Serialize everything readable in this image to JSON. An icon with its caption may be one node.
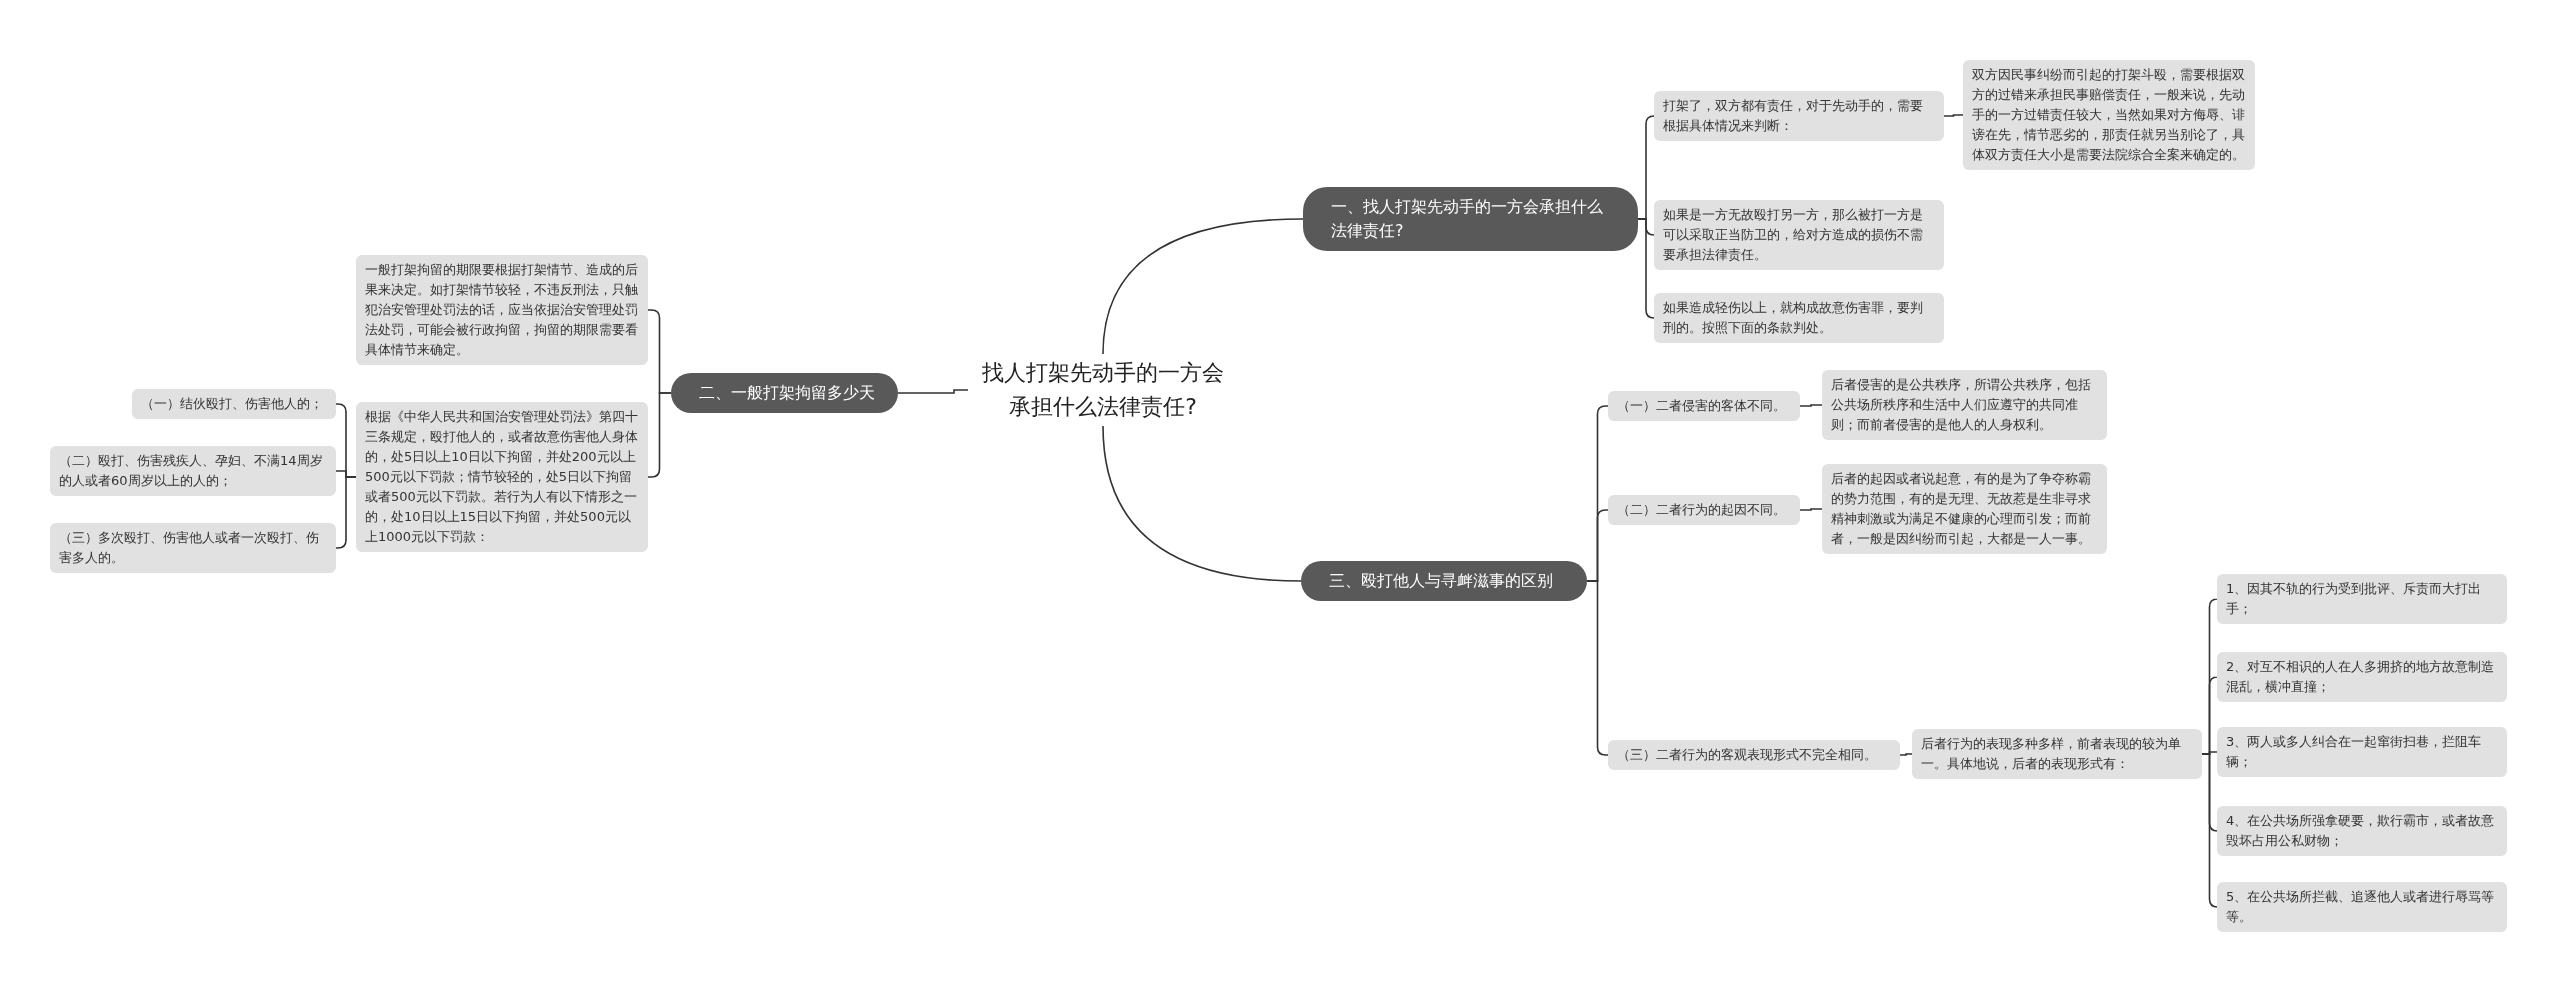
{
  "diagram": {
    "nodes": [
      {
        "text": [
          "找人打架先动手的一方会承担什么法律责任?"
        ]
      },
      {
        "text": [
          "一、找人打架先动手的一方会承担什么法律责任?"
        ]
      },
      {
        "text": [
          "打架了，双方都有责任，对于先动手的，需要根据具体情况来判断："
        ]
      },
      {
        "text": [
          "双方因民事纠纷而引起的打架斗殴，需要根据双方的过错来承担民事赔偿责任，一般来说，先动手的一方过错责任较大，当然如果对方侮辱、诽谤在先，情节恶劣的，那责任就另当别论了，具体双方责任大小是需要法院综合全案来确定的。"
        ]
      },
      {
        "text": [
          "如果是一方无故殴打另一方，那么被打一方是可以采取正当防卫的，给对方造成的损伤不需要承担法律责任。"
        ]
      },
      {
        "text": [
          "如果造成轻伤以上，就构成故意伤害罪，要判刑的。按照下面的条款判处。"
        ]
      },
      {
        "text": [
          "二、一般打架拘留多少天"
        ]
      },
      {
        "text": [
          "一般打架拘留的期限要根据打架情节、造成的后果来决定。如打架情节较轻，不违反刑法，只触犯治安管理处罚法的话，应当依据治安管理处罚法处罚，可能会被行政拘留，拘留的期限需要看具体情节来确定。"
        ]
      },
      {
        "text": [
          "根据《中华人民共和国治安管理处罚法》第四十三条规定，殴打他人的，或者故意伤害他人身体的，处5日以上10日以下拘留，并处200元以上500元以下罚款；情节较轻的，处5日以下拘留或者500元以下罚款。若行为人有以下情形之一的，处10日以上15日以下拘留，并处500元以上1000元以下罚款："
        ]
      },
      {
        "text": [
          "（一）结伙殴打、伤害他人的；"
        ]
      },
      {
        "text": [
          "（二）殴打、伤害残疾人、孕妇、不满14周岁的人或者60周岁以上的人的；"
        ]
      },
      {
        "text": [
          "（三）多次殴打、伤害他人或者一次殴打、伤害多人的。"
        ]
      },
      {
        "text": [
          "三、殴打他人与寻衅滋事的区别"
        ]
      },
      {
        "text": [
          "（一）二者侵害的客体不同。"
        ]
      },
      {
        "text": [
          "后者侵害的是公共秩序，所谓公共秩序，包括公共场所秩序和生活中人们应遵守的共同准则；而前者侵害的是他人的人身权利。"
        ]
      },
      {
        "text": [
          "（二）二者行为的起因不同。"
        ]
      },
      {
        "text": [
          "后者的起因或者说起意，有的是为了争夺称霸的势力范围，有的是无理、无故惹是生非寻求精神刺激或为满足不健康的心理而引发；而前者，一般是因纠纷而引起，大都是一人一事。"
        ]
      },
      {
        "text": [
          "（三）二者行为的客观表现形式不完全相同。"
        ]
      },
      {
        "text": [
          "后者行为的表现多种多样，前者表现的较为单一。具体地说，后者的表现形式有："
        ]
      },
      {
        "text": [
          "1、因其不轨的行为受到批评、斥责而大打出手；"
        ]
      },
      {
        "text": [
          "2、对互不相识的人在人多拥挤的地方故意制造混乱，横冲直撞；"
        ]
      },
      {
        "text": [
          "3、两人或多人纠合在一起窜街扫巷，拦阻车辆；"
        ]
      },
      {
        "text": [
          "4、在公共场所强拿硬要，欺行霸市，或者故意毁坏占用公私财物；"
        ]
      },
      {
        "text": [
          "5、在公共场所拦截、追逐他人或者进行辱骂等等。"
        ]
      }
    ],
    "edges": [
      {
        "from": 0,
        "to": 1,
        "arrow": "none"
      },
      {
        "from": 1,
        "to": 2,
        "arrow": "none"
      },
      {
        "from": 2,
        "to": 3,
        "arrow": "none"
      },
      {
        "from": 1,
        "to": 4,
        "arrow": "none"
      },
      {
        "from": 1,
        "to": 5,
        "arrow": "none"
      },
      {
        "from": 0,
        "to": 6,
        "arrow": "none"
      },
      {
        "from": 6,
        "to": 7,
        "arrow": "none"
      },
      {
        "from": 6,
        "to": 8,
        "arrow": "none"
      },
      {
        "from": 8,
        "to": 9,
        "arrow": "none"
      },
      {
        "from": 8,
        "to": 10,
        "arrow": "none"
      },
      {
        "from": 8,
        "to": 11,
        "arrow": "none"
      },
      {
        "from": 0,
        "to": 12,
        "arrow": "none"
      },
      {
        "from": 12,
        "to": 13,
        "arrow": "none"
      },
      {
        "from": 13,
        "to": 14,
        "arrow": "none"
      },
      {
        "from": 12,
        "to": 15,
        "arrow": "none"
      },
      {
        "from": 15,
        "to": 16,
        "arrow": "none"
      },
      {
        "from": 12,
        "to": 17,
        "arrow": "none"
      },
      {
        "from": 17,
        "to": 18,
        "arrow": "none"
      },
      {
        "from": 18,
        "to": 19,
        "arrow": "none"
      },
      {
        "from": 18,
        "to": 20,
        "arrow": "none"
      },
      {
        "from": 18,
        "to": 21,
        "arrow": "none"
      },
      {
        "from": 18,
        "to": 22,
        "arrow": "none"
      },
      {
        "from": 18,
        "to": 23,
        "arrow": "none"
      }
    ]
  }
}
